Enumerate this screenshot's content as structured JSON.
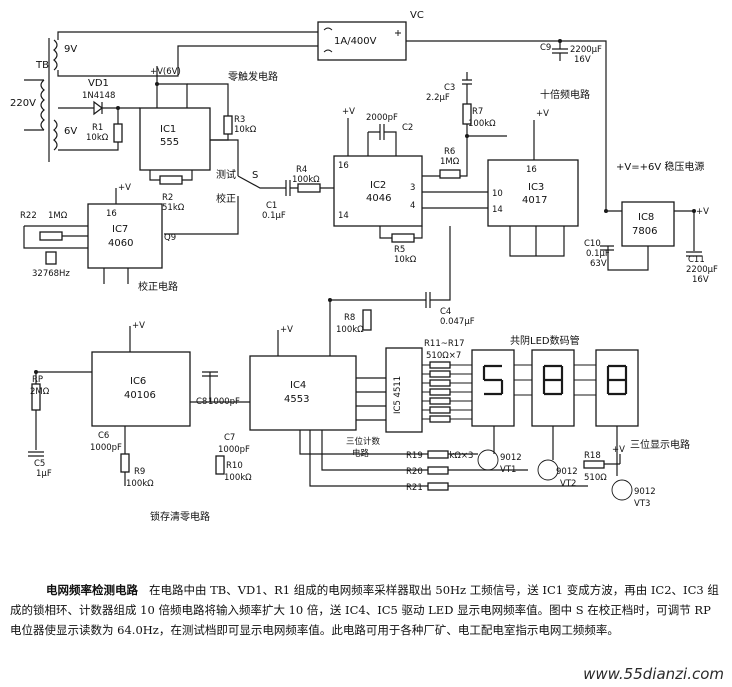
{
  "labels": {
    "vc": "VC",
    "bridge": "1A/400V",
    "tb": "TB",
    "v9": "9V",
    "v220": "220V",
    "v6": "6V",
    "vd1": "VD1",
    "vd1_part": "1N4148",
    "r1": "R1",
    "r1_val": "10kΩ",
    "ic1": "IC1",
    "ic1_part": "555",
    "vplus6": "+V(6V)",
    "zero_trigger": "零触发电路",
    "r3": "R3",
    "r3_val": "10kΩ",
    "r2": "R2",
    "r2_val": "51kΩ",
    "test": "测试",
    "s": "S",
    "calib": "校正",
    "r4": "R4",
    "r4_val": "100kΩ",
    "c1": "C1",
    "c1_val": "0.1μF",
    "ic2": "IC2",
    "ic2_part": "4046",
    "c2": "C2",
    "c2_val": "2000pF",
    "c3": "C3",
    "c3_val": "2.2μF",
    "r7": "R7",
    "r7_val": "100kΩ",
    "r6": "R6",
    "r6_val": "1MΩ",
    "r5": "R5",
    "r5_val": "10kΩ",
    "x10": "十倍频电路",
    "ic3": "IC3",
    "ic3_part": "4017",
    "c9": "C9",
    "c9_val": "2200μF",
    "c9_volt": "16V",
    "regulator": "+V=+6V 稳压电源",
    "ic8": "IC8",
    "ic8_part": "7806",
    "c10": "C10",
    "c10_val": "0.1μF",
    "c10_volt": "63V",
    "c11": "C11",
    "c11_val": "2200μF",
    "c11_volt": "16V",
    "r22": "R22",
    "r22_val": "1MΩ",
    "ic7": "IC7",
    "ic7_part": "4060",
    "crystal": "32768Hz",
    "q9": "Q9",
    "calib_circuit": "校正电路",
    "c4": "C4",
    "c4_val": "0.047μF",
    "r8": "R8",
    "r8_val": "100kΩ",
    "ic5": "IC5 4511",
    "r11_17": "R11~R17",
    "r11_17_val": "510Ω×7",
    "led": "共阴LED数码管",
    "counter3": "三位计数",
    "counter3b": "电路",
    "rp": "RP",
    "rp_val": "2MΩ",
    "c5": "C5",
    "c5_val": "1μF",
    "ic6": "IC6",
    "ic6_part": "40106",
    "c6": "C6",
    "c6_val": "1000pF",
    "c8": "C8",
    "c8_val": "1000pF",
    "r9": "R9",
    "r9_val": "100kΩ",
    "ic4": "IC4",
    "ic4_part": "4553",
    "c7": "C7",
    "c7_val": "1000pF",
    "r10": "R10",
    "r10_val": "100kΩ",
    "latch": "锁存清零电路",
    "r19": "R19",
    "r19_20_21_val": "1kΩ×3",
    "r20": "R20",
    "r21": "R21",
    "vt1": "VT1",
    "vt2": "VT2",
    "vt3": "VT3",
    "t9012": "9012",
    "r18": "R18",
    "r18_val": "510Ω",
    "display3": "三位显示电路",
    "vplus": "+V"
  },
  "caption": {
    "title": "电网频率检测电路",
    "body": "在电路中由 TB、VD1、R1 组成的电网频率采样器取出 50Hz 工频信号，送 IC1 变成方波，再由 IC2、IC3 组成的锁相环、计数器组成 10 倍频电路将输入频率扩大 10 倍，送 IC4、IC5 驱动 LED 显示电网频率值。图中 S 在校正档时，可调节 RP 电位器使显示读数为 64.0Hz，在测试档即可显示电网频率值。此电路可用于各种厂矿、电工配电室指示电网工频频率。"
  },
  "watermark": "www.55dianzi.com"
}
